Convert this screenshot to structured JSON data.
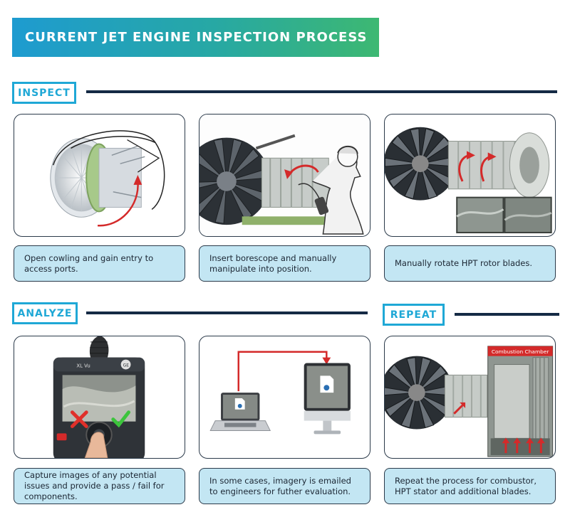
{
  "title": "CURRENT JET ENGINE INSPECTION PROCESS",
  "sections": {
    "inspect": "INSPECT",
    "analyze": "ANALYZE",
    "repeat": "REPEAT"
  },
  "steps": [
    {
      "caption": "Open cowling and gain entry to access ports."
    },
    {
      "caption": "Insert borescope and manually manipulate into position."
    },
    {
      "caption": "Manually rotate HPT rotor blades."
    },
    {
      "caption": "Capture images of any potential issues and provide a pass / fail for components."
    },
    {
      "caption": "In some cases, imagery is emailed to engineers for futher evaluation."
    },
    {
      "caption": "Repeat the process for combustor, HPT stator and additional blades."
    }
  ],
  "device": {
    "model": "XL Vu",
    "brand": "GE"
  },
  "combustion_label": "Combustion Chamber",
  "colors": {
    "banner_start": "#1e9bd0",
    "banner_end": "#3db872",
    "section_accent": "#1fa8d6",
    "rule": "#152a45",
    "caption_bg": "#c3e6f3",
    "arrow_red": "#d42a2a",
    "check_green": "#3cc43c",
    "cross_red": "#e0302a"
  },
  "icons": [
    "engine-cowling-icon",
    "borescope-operator-icon",
    "hpt-rotor-icon",
    "borescope-device-icon",
    "laptop-icon",
    "monitor-icon",
    "combustion-chamber-icon"
  ]
}
